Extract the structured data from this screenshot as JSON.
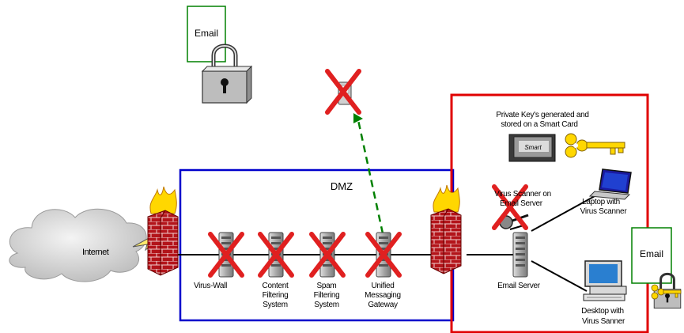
{
  "labels": {
    "dmz": "DMZ",
    "internet": "Internet",
    "email_top": "Email",
    "email_right": "Email",
    "private_key_line1": "Private Key's generated and",
    "private_key_line2": "stored on a Smart Card",
    "smart_card": "Smart",
    "virus_scanner_line1": "Virus Scanner on",
    "virus_scanner_line2": "Email Server",
    "laptop_line1": "Laptop with",
    "laptop_line2": "Virus Scanner",
    "email_server": "Email Server",
    "desktop_line1": "Desktop with",
    "desktop_line2": "Virus Sanner",
    "virus_wall": "Virus-Wall",
    "content_line1": "Content",
    "content_line2": "Filtering",
    "content_line3": "System",
    "spam_line1": "Spam",
    "spam_line2": "Filtering",
    "spam_line3": "System",
    "unified_line1": "Unified",
    "unified_line2": "Messaging",
    "unified_line3": "Gateway"
  },
  "colors": {
    "dmz_border": "#0000cc",
    "secure_zone_border": "#e00000",
    "cross": "#e02020",
    "dashed_arrow": "#008000",
    "email_box_border": "#008000",
    "firewall_brick": "#b00000",
    "flame": "#ffd700",
    "key": "#ffd700"
  },
  "icons": [
    "cloud-icon",
    "lightning-icon",
    "firewall-icon",
    "server-icon",
    "padlock-icon",
    "key-icon",
    "smart-card-icon",
    "laptop-icon",
    "desktop-icon",
    "mobile-device-icon",
    "magnifier-icon"
  ]
}
